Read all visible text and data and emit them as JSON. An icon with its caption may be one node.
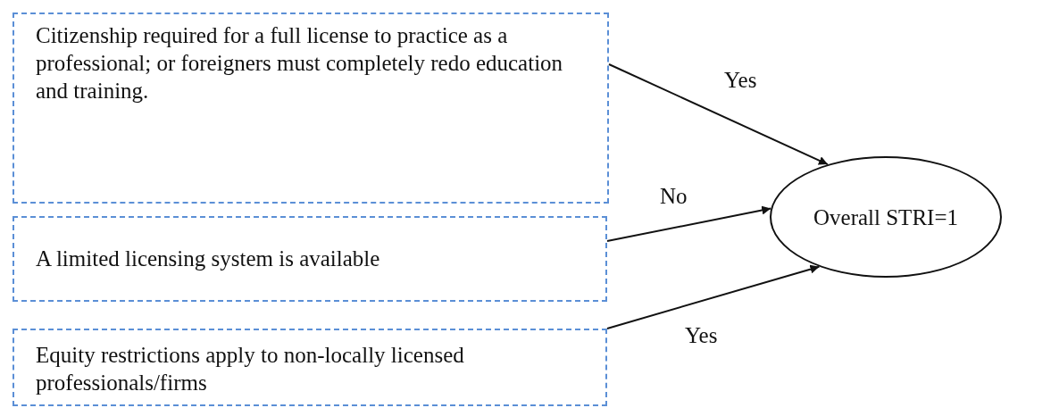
{
  "diagram": {
    "nodes": [
      {
        "text": [
          "Citizenship required for a full license to practice as a professional; or foreigners must completely redo education and training."
        ]
      },
      {
        "text": [
          "A limited licensing system is available"
        ]
      },
      {
        "text": [
          "Equity restrictions apply to non-locally licensed professionals/firms"
        ]
      },
      {
        "text": [
          "Overall STRI=1"
        ]
      }
    ],
    "edges": [
      {
        "from": 0,
        "to": 3,
        "arrow": "to",
        "label": "Yes"
      },
      {
        "from": 1,
        "to": 3,
        "arrow": "to",
        "label": "No"
      },
      {
        "from": 2,
        "to": 3,
        "arrow": "to",
        "label": "Yes"
      }
    ]
  }
}
